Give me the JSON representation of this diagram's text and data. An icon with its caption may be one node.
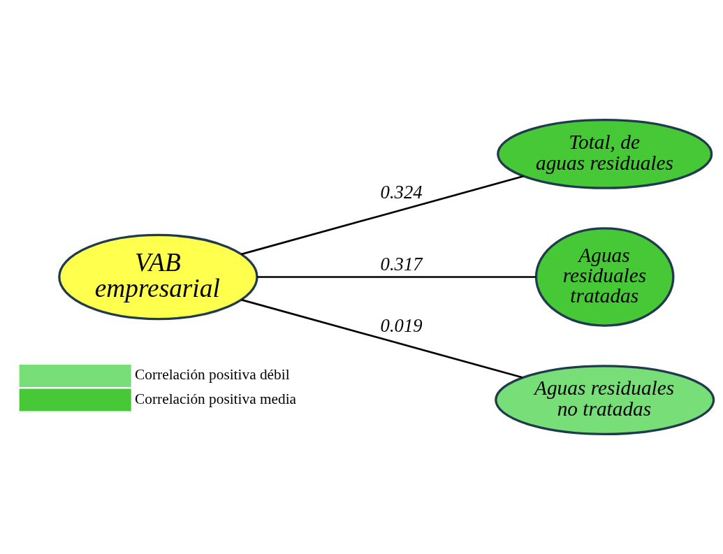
{
  "diagram": {
    "nodes": [
      {
        "text": [
          "VAB empresarial"
        ]
      },
      {
        "text": [
          "Total, de aguas residuales"
        ]
      },
      {
        "text": [
          "Aguas residuales tratadas"
        ]
      },
      {
        "text": [
          "Aguas residuales no tratadas"
        ]
      }
    ],
    "edges": [
      {
        "from": 0,
        "to": 1,
        "arrow": "none",
        "label": "0.324"
      },
      {
        "from": 0,
        "to": 2,
        "arrow": "none",
        "label": "0.317"
      },
      {
        "from": 0,
        "to": 3,
        "arrow": "none",
        "label": "0.019"
      }
    ],
    "legend": [
      {
        "text": "Correlación positiva débil",
        "color": "#78df78"
      },
      {
        "text": "Correlación positiva media",
        "color": "#47c836"
      }
    ]
  }
}
